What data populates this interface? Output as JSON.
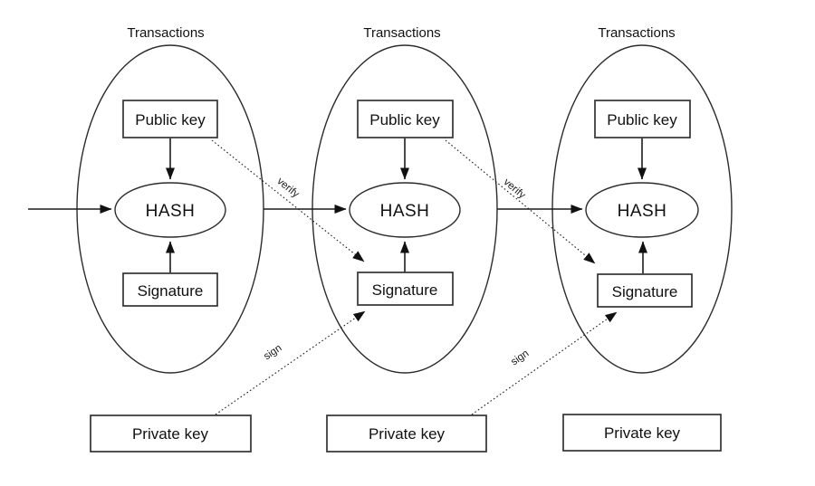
{
  "diagram": {
    "background": "#ffffff",
    "stroke_color": "#2b2b2b",
    "text_color": "#111111",
    "blocks": [
      {
        "title": "Transactions",
        "public_key_label": "Public key",
        "hash_label": "HASH",
        "signature_label": "Signature",
        "private_key_label": "Private key"
      },
      {
        "title": "Transactions",
        "public_key_label": "Public key",
        "hash_label": "HASH",
        "signature_label": "Signature",
        "private_key_label": "Private key"
      },
      {
        "title": "Transactions",
        "public_key_label": "Public key",
        "hash_label": "HASH",
        "signature_label": "Signature",
        "private_key_label": "Private key"
      }
    ],
    "edge_labels": {
      "verify": "verify",
      "sign": "sign"
    }
  }
}
